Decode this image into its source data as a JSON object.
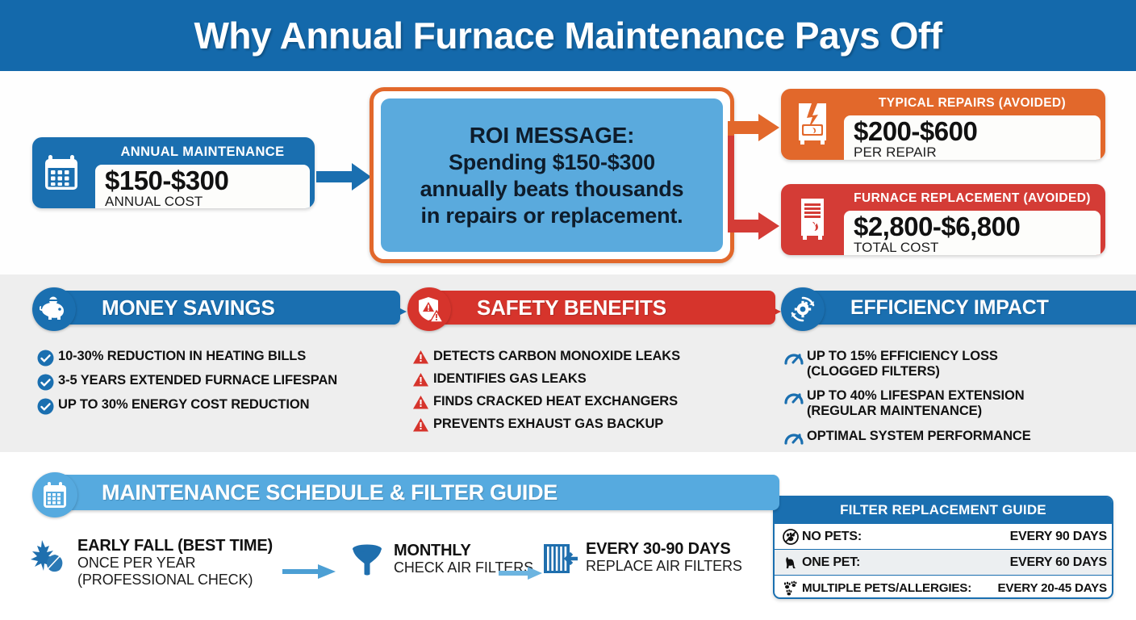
{
  "header": {
    "title": "Why Annual Furnace Maintenance Pays Off"
  },
  "top": {
    "annual": {
      "title": "ANNUAL MAINTENANCE",
      "value": "$150-$300",
      "sub": "ANNUAL COST",
      "icon": "calendar-icon",
      "color": "#1a6fb0"
    },
    "roi": {
      "line1": "ROI MESSAGE:",
      "line2": "Spending $150-$300",
      "line3": "annually beats thousands",
      "line4": "in repairs or replacement.",
      "border_color": "#e2682b",
      "fill_color": "#5aaadd"
    },
    "repairs": {
      "title": "TYPICAL REPAIRS (AVOIDED)",
      "value": "$200-$600",
      "sub": "PER REPAIR",
      "icon": "cracked-furnace-icon",
      "color": "#e2682b"
    },
    "replacement": {
      "title": "FURNACE REPLACEMENT (AVOIDED)",
      "value": "$2,800-$6,800",
      "sub": "TOTAL COST",
      "icon": "furnace-flame-icon",
      "color": "#d43c36"
    }
  },
  "columns": [
    {
      "title": "MONEY SAVINGS",
      "icon": "piggy-bank-icon",
      "color": "#1a6fb0",
      "bullet_icon": "check-circle-icon",
      "items": [
        "10-30% REDUCTION IN HEATING BILLS",
        "3-5 YEARS EXTENDED FURNACE LIFESPAN",
        "UP TO 30% ENERGY COST REDUCTION"
      ]
    },
    {
      "title": "SAFETY BENEFITS",
      "icon": "shield-warning-icon",
      "color": "#d6342c",
      "bullet_icon": "warning-triangle-icon",
      "items": [
        "DETECTS CARBON MONOXIDE LEAKS",
        "IDENTIFIES GAS LEAKS",
        "FINDS CRACKED HEAT EXCHANGERS",
        "PREVENTS EXHAUST GAS BACKUP"
      ]
    },
    {
      "title": "EFFICIENCY IMPACT",
      "icon": "gear-refresh-icon",
      "color": "#1a6fb0",
      "bullet_icon": "gauge-icon",
      "items": [
        "UP TO 15% EFFICIENCY LOSS (CLOGGED FILTERS)",
        "UP TO 40% LIFESPAN EXTENSION (REGULAR MAINTENANCE)",
        "OPTIMAL SYSTEM PERFORMANCE"
      ],
      "items_split": [
        {
          "l1": "UP TO 15% EFFICIENCY LOSS",
          "l2": "(CLOGGED FILTERS)"
        },
        {
          "l1": "UP TO 40% LIFESPAN EXTENSION",
          "l2": "(REGULAR MAINTENANCE)"
        },
        {
          "l1": "OPTIMAL SYSTEM PERFORMANCE",
          "l2": ""
        }
      ]
    }
  ],
  "schedule": {
    "title": "MAINTENANCE SCHEDULE & FILTER GUIDE",
    "icon": "calendar-icon",
    "color": "#56aadf",
    "steps": [
      {
        "icon": "leaf-icon",
        "title": "EARLY FALL (BEST TIME)",
        "sub1": "ONCE PER YEAR",
        "sub2": "(PROFESSIONAL CHECK)"
      },
      {
        "icon": "funnel-icon",
        "title": "MONTHLY",
        "sub1": "CHECK AIR FILTERS",
        "sub2": ""
      },
      {
        "icon": "air-filter-icon",
        "title": "EVERY 30-90 DAYS",
        "sub1": "REPLACE AIR FILTERS",
        "sub2": ""
      }
    ]
  },
  "guide": {
    "title": "FILTER REPLACEMENT GUIDE",
    "rows": [
      {
        "icon": "no-pets-icon",
        "label": "NO PETS:",
        "value": "EVERY 90 DAYS"
      },
      {
        "icon": "one-pet-dog-icon",
        "label": "ONE PET:",
        "value": "EVERY 60 DAYS"
      },
      {
        "icon": "multiple-paws-icon",
        "label": "MULTIPLE PETS/ALLERGIES:",
        "value": "EVERY 20-45 DAYS"
      }
    ]
  }
}
